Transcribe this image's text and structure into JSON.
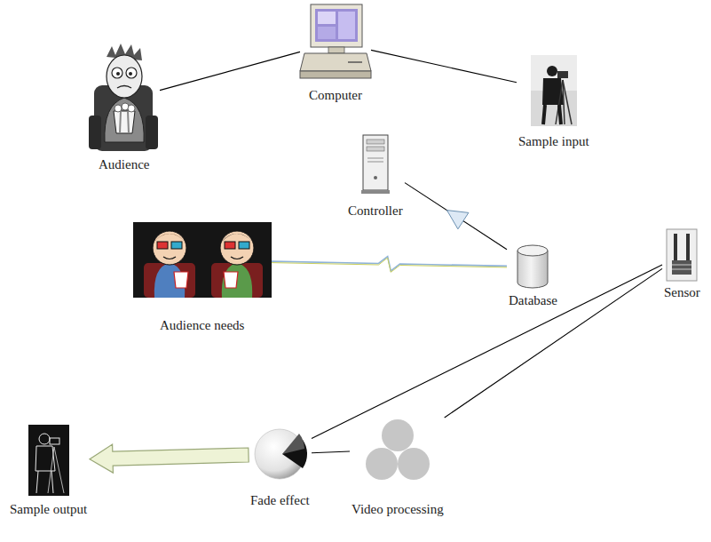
{
  "diagram": {
    "nodes": [
      {
        "text": [
          "Computer"
        ]
      },
      {
        "text": [
          "Audience"
        ]
      },
      {
        "text": [
          "Sample input"
        ]
      },
      {
        "text": [
          "Controller"
        ]
      },
      {
        "text": [
          "Database"
        ]
      },
      {
        "text": [
          "Audience needs"
        ]
      },
      {
        "text": [
          "Sensor"
        ]
      },
      {
        "text": [
          "Sample output"
        ]
      },
      {
        "text": [
          "Fade effect"
        ]
      },
      {
        "text": [
          "Video processing"
        ]
      }
    ],
    "edges": [
      {
        "from": 1,
        "to": 0,
        "arrow": "none"
      },
      {
        "from": 0,
        "to": 2,
        "arrow": "none"
      },
      {
        "from": 3,
        "to": 4,
        "arrow": "none"
      },
      {
        "from": 5,
        "to": 4,
        "arrow": "none"
      },
      {
        "from": 6,
        "to": 8,
        "arrow": "none"
      },
      {
        "from": 6,
        "to": 9,
        "arrow": "none"
      },
      {
        "from": 9,
        "to": 8,
        "arrow": "none"
      },
      {
        "from": 8,
        "to": 7,
        "arrow": "to"
      }
    ]
  }
}
